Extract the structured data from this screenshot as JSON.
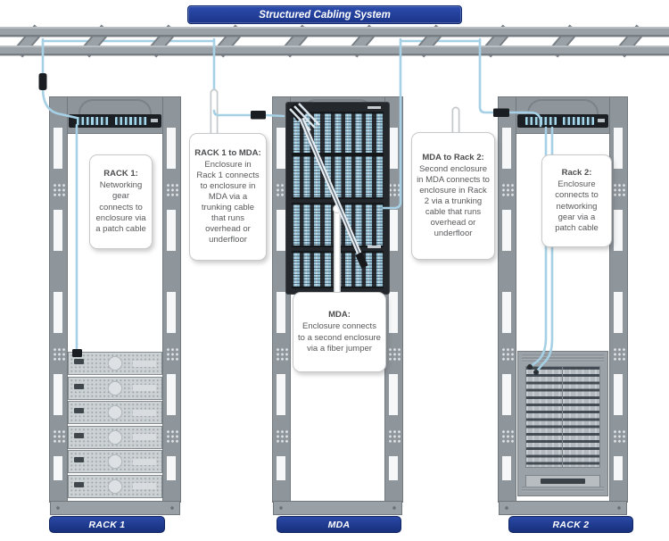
{
  "title": "Structured Cabling System",
  "rack_labels": [
    {
      "label": "RACK 1"
    },
    {
      "label": "MDA"
    },
    {
      "label": "RACK 2"
    }
  ],
  "callouts": {
    "rack1": {
      "heading": "RACK 1:",
      "body": "Networking gear connects to enclosure via a patch cable"
    },
    "rack1_to_mda": {
      "heading": "RACK 1 to MDA:",
      "body": "Enclosure in Rack 1 connects to enclosure in MDA via a trunking cable that runs overhead or underfloor"
    },
    "mda": {
      "heading": "MDA:",
      "body": "Enclosure connects to a second enclosure via a fiber jumper"
    },
    "mda_to_rack2": {
      "heading": "MDA to Rack 2:",
      "body": "Second enclosure in MDA connects to enclosure in Rack 2 via a trunking cable that runs overhead or underfloor"
    },
    "rack2": {
      "heading": "Rack 2:",
      "body": "Enclosure connects to networking gear via a patch cable"
    }
  },
  "colors": {
    "label_blue": "#1e3c94",
    "cable_blue": "#a6d0e5",
    "rack_gray": "#8e959b",
    "enclosure_black": "#24282c",
    "module_blue": "#9ac6dc",
    "callout_text": "#58595b"
  }
}
